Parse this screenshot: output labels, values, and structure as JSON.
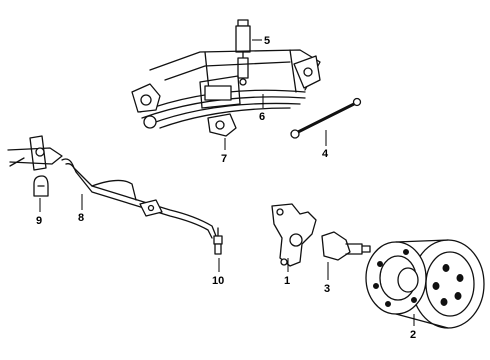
{
  "diagram": {
    "callouts": [
      {
        "id": "lower-control-arm-callout",
        "label": "1"
      },
      {
        "id": "hub-rotor-callout",
        "label": "2"
      },
      {
        "id": "spindle-callout",
        "label": "3"
      },
      {
        "id": "track-bar-callout",
        "label": "4"
      },
      {
        "id": "shock-absorber-callout",
        "label": "5"
      },
      {
        "id": "leaf-spring-callout",
        "label": "6"
      },
      {
        "id": "spring-bracket-callout",
        "label": "7"
      },
      {
        "id": "stabilizer-bar-callout",
        "label": "8"
      },
      {
        "id": "stabilizer-bushing-callout",
        "label": "9"
      },
      {
        "id": "stabilizer-link-callout",
        "label": "10"
      }
    ]
  }
}
